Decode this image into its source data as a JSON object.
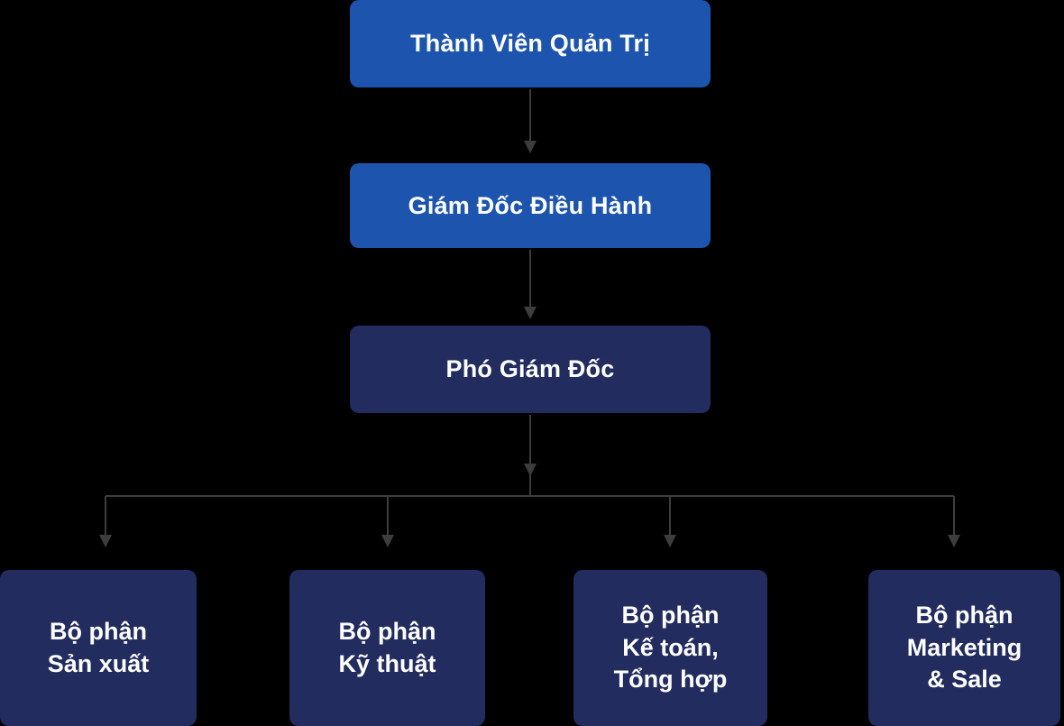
{
  "colors": {
    "background": "#000000",
    "primary_blue": "#1d55ae",
    "dark_navy": "#222c5e",
    "connector": "#3d3d3d",
    "text": "#ffffff"
  },
  "org": {
    "levels": [
      {
        "id": "board",
        "label": "Thành Viên Quản Trị"
      },
      {
        "id": "ceo",
        "label": "Giám Đốc Điều Hành"
      },
      {
        "id": "deputy",
        "label": "Phó Giám Đốc"
      }
    ],
    "departments": [
      {
        "id": "production",
        "label": "Bộ phận\nSản xuất"
      },
      {
        "id": "technical",
        "label": "Bộ phận\nKỹ thuật"
      },
      {
        "id": "accounting",
        "label": "Bộ phận\nKế toán,\nTổng hợp"
      },
      {
        "id": "marketing",
        "label": "Bộ phận\nMarketing\n& Sale"
      }
    ]
  }
}
